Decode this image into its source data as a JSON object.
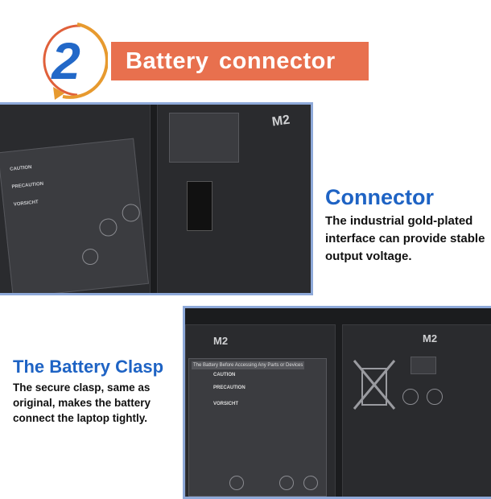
{
  "header": {
    "step_number": "2",
    "title": "Battery connector"
  },
  "connector": {
    "title": "Connector",
    "body": "The industrial gold-plated interface can provide stable output voltage."
  },
  "clasp": {
    "title": "The Battery Clasp",
    "body": "The secure clasp, same as original, makes the battery connect the laptop tightly."
  },
  "photos": {
    "top": {
      "model_mark": "M2",
      "warning_heading": "CAUTION",
      "precaution_heading": "PRECAUTION",
      "vorsicht_heading": "VORSICHT"
    },
    "bottom": {
      "model_mark_left": "M2",
      "model_mark_right": "M2",
      "warning_banner": "The Battery Before Accessing Any Parts or Devices",
      "warning_heading": "CAUTION",
      "precaution_heading": "PRECAUTION",
      "vorsicht_heading": "VORSICHT"
    }
  },
  "colors": {
    "accent_orange": "#e8704e",
    "title_blue": "#1e63c4",
    "frame_blue": "#8ea9d9"
  }
}
